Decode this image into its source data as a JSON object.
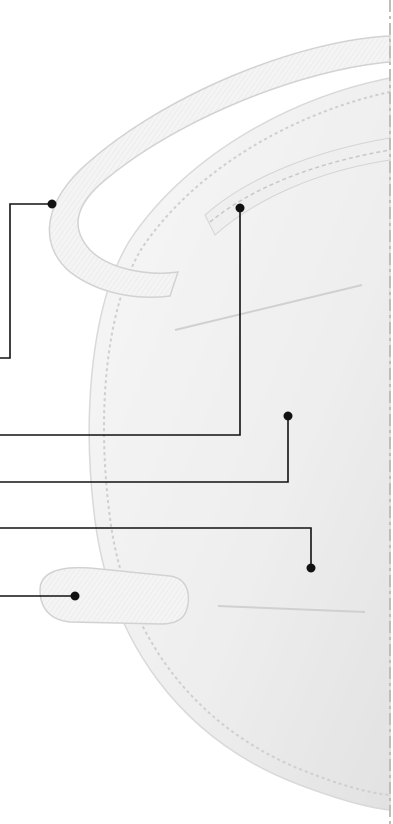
{
  "figure": {
    "subject_icon": "face-mask",
    "colors": {
      "background": "#ffffff",
      "mask_fill": "#f2f2f2",
      "mask_edge": "#d6d6d6",
      "stitch": "#c9c9c9",
      "leader_line": "#111111",
      "divider": "#bdbdbd"
    },
    "callouts": [
      {
        "id": "ear-loop-top"
      },
      {
        "id": "nose-clip"
      },
      {
        "id": "mask-body"
      },
      {
        "id": "filter-layer"
      },
      {
        "id": "ear-loop-bottom"
      }
    ]
  }
}
